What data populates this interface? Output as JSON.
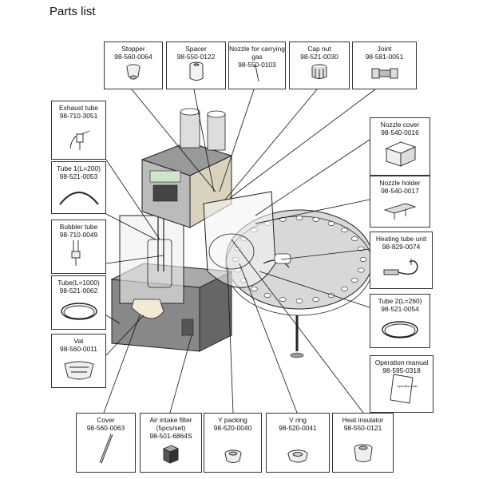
{
  "title": "Parts list",
  "parts": [
    {
      "id": "stopper",
      "name": "Stopper",
      "code": "98-560-0064",
      "icon": "stopper-icon"
    },
    {
      "id": "spacer",
      "name": "Spacer",
      "code": "98-550-0122",
      "icon": "spacer-icon"
    },
    {
      "id": "nozzle-carrying-gas",
      "name": "Nozzle for carrying gas",
      "code": "98-550-0103",
      "icon": "nozzle-icon"
    },
    {
      "id": "cap-nut",
      "name": "Cap nut",
      "code": "98-521-0030",
      "icon": "cap-nut-icon"
    },
    {
      "id": "joint",
      "name": "Joint",
      "code": "98-581-0051",
      "icon": "joint-icon"
    },
    {
      "id": "exhaust-tube",
      "name": "Exhaust tube",
      "code": "98-710-3051",
      "icon": "exhaust-tube-icon"
    },
    {
      "id": "tube-1",
      "name": "Tube 1(L=200)",
      "code": "98-521-0053",
      "icon": "tube-icon"
    },
    {
      "id": "bubbler-tube",
      "name": "Bubbler tube",
      "code": "98-710-0049",
      "icon": "bubbler-tube-icon"
    },
    {
      "id": "tube-1000",
      "name": "Tube(L=1000)",
      "code": "98-521-0062",
      "icon": "tube-coil-icon"
    },
    {
      "id": "vat",
      "name": "Vat",
      "code": "98-560-0011",
      "icon": "vat-icon"
    },
    {
      "id": "nozzle-cover",
      "name": "Nozzle cover",
      "code": "98-540-0016",
      "icon": "nozzle-cover-icon"
    },
    {
      "id": "nozzle-holder",
      "name": "Nozzle holder",
      "code": "98-540-0017",
      "icon": "nozzle-holder-icon"
    },
    {
      "id": "heating-tube-unit",
      "name": "Heating tube unit",
      "code": "98-829-0074",
      "icon": "heating-tube-icon"
    },
    {
      "id": "tube-2",
      "name": "Tube 2(L=260)",
      "code": "98-521-0054",
      "icon": "tube-coil-icon"
    },
    {
      "id": "operation-manual",
      "name": "Operation manual",
      "code": "98-595-0318",
      "icon": "manual-icon",
      "cover_text": "Operation manual"
    },
    {
      "id": "cover",
      "name": "Cover",
      "code": "98-560-0063",
      "icon": "cover-rod-icon"
    },
    {
      "id": "air-intake-filter",
      "name": "Air intake filter (5pcs/set)",
      "code": "98-501-6864S",
      "icon": "filter-icon"
    },
    {
      "id": "y-packing",
      "name": "Y packing",
      "code": "98-520-0040",
      "icon": "y-packing-icon"
    },
    {
      "id": "v-ring",
      "name": "V ring",
      "code": "98-520-0041",
      "icon": "v-ring-icon"
    },
    {
      "id": "heat-insulator",
      "name": "Heat insulator",
      "code": "98-550-0121",
      "icon": "heat-insulator-icon"
    }
  ]
}
